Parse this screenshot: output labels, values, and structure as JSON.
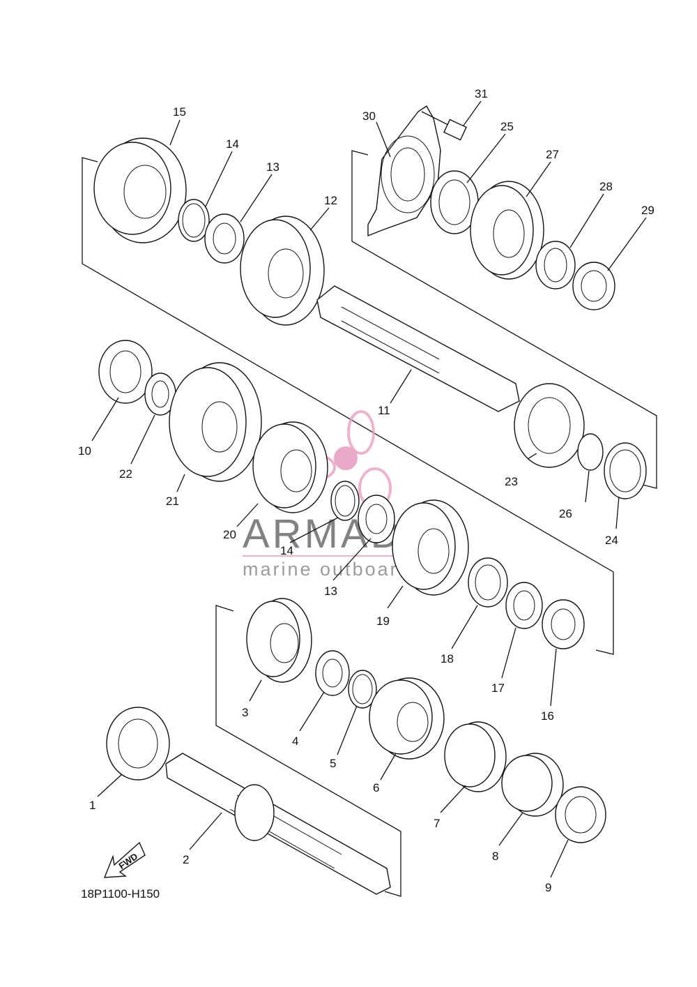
{
  "diagram": {
    "code": "18P1100-H150",
    "fwd_label": "FWD",
    "watermark": {
      "brand": "ARMADA",
      "tagline": "marine outboards",
      "accent": "#e8a0c0",
      "text_color": "#6d6d6d"
    },
    "callouts": [
      "1",
      "2",
      "3",
      "4",
      "5",
      "6",
      "7",
      "8",
      "9",
      "10",
      "11",
      "12",
      "13",
      "14",
      "13",
      "14",
      "15",
      "16",
      "17",
      "18",
      "19",
      "20",
      "21",
      "22",
      "23",
      "24",
      "25",
      "26",
      "27",
      "28",
      "29",
      "30",
      "31"
    ]
  }
}
